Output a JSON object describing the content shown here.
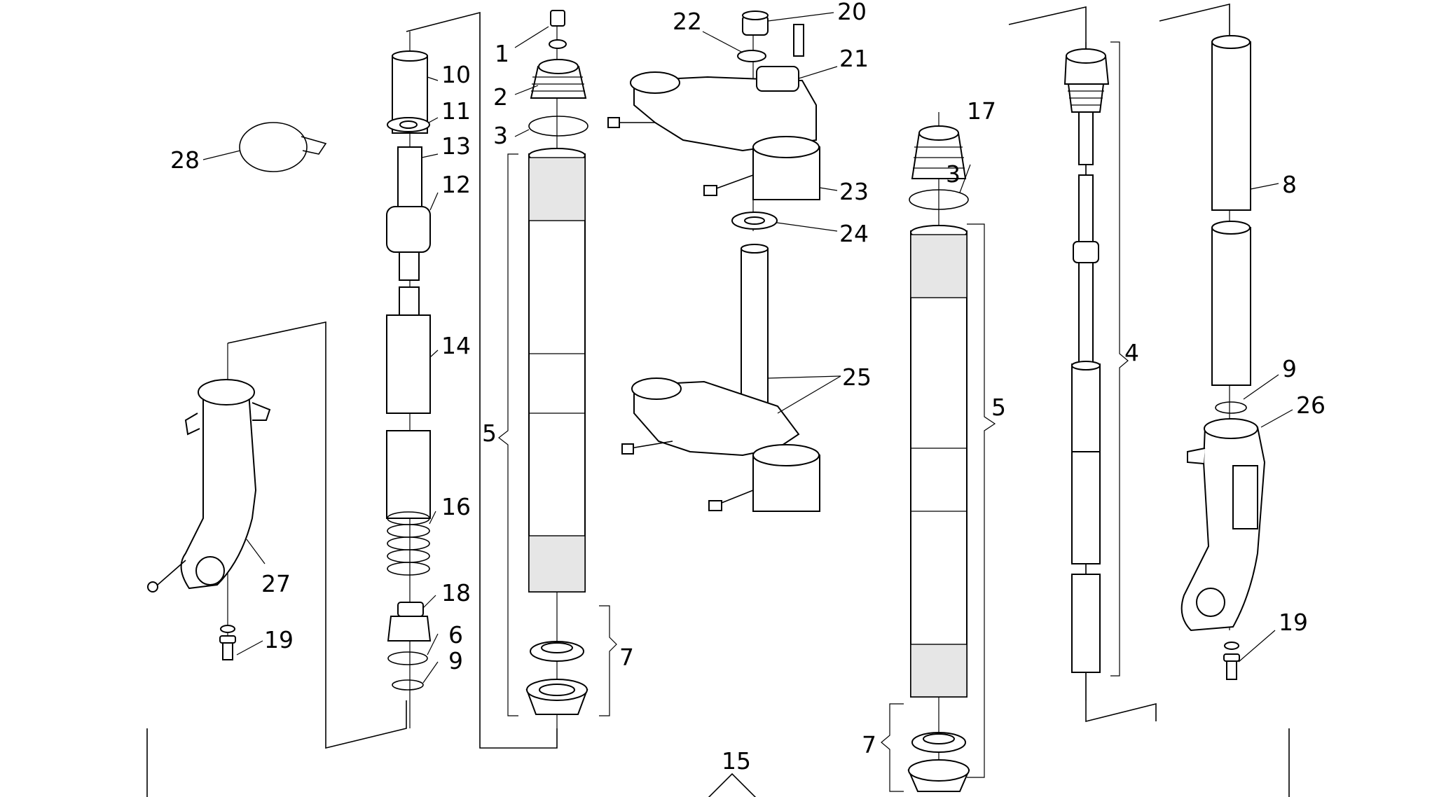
{
  "diagram": {
    "callouts": [
      {
        "id": "c1",
        "text": "1"
      },
      {
        "id": "c2",
        "text": "2"
      },
      {
        "id": "c3a",
        "text": "3"
      },
      {
        "id": "c3b",
        "text": "3"
      },
      {
        "id": "c4",
        "text": "4"
      },
      {
        "id": "c5a",
        "text": "5"
      },
      {
        "id": "c5b",
        "text": "5"
      },
      {
        "id": "c6",
        "text": "6"
      },
      {
        "id": "c7a",
        "text": "7"
      },
      {
        "id": "c7b",
        "text": "7"
      },
      {
        "id": "c8",
        "text": "8"
      },
      {
        "id": "c9a",
        "text": "9"
      },
      {
        "id": "c9b",
        "text": "9"
      },
      {
        "id": "c10",
        "text": "10"
      },
      {
        "id": "c11",
        "text": "11"
      },
      {
        "id": "c12",
        "text": "12"
      },
      {
        "id": "c13",
        "text": "13"
      },
      {
        "id": "c14",
        "text": "14"
      },
      {
        "id": "c15",
        "text": "15"
      },
      {
        "id": "c16",
        "text": "16"
      },
      {
        "id": "c17",
        "text": "17"
      },
      {
        "id": "c18",
        "text": "18"
      },
      {
        "id": "c19a",
        "text": "19"
      },
      {
        "id": "c19b",
        "text": "19"
      },
      {
        "id": "c20",
        "text": "20"
      },
      {
        "id": "c21",
        "text": "21"
      },
      {
        "id": "c22",
        "text": "22"
      },
      {
        "id": "c23",
        "text": "23"
      },
      {
        "id": "c24",
        "text": "24"
      },
      {
        "id": "c25",
        "text": "25"
      },
      {
        "id": "c26",
        "text": "26"
      },
      {
        "id": "c27",
        "text": "27"
      },
      {
        "id": "c28",
        "text": "28"
      }
    ]
  }
}
